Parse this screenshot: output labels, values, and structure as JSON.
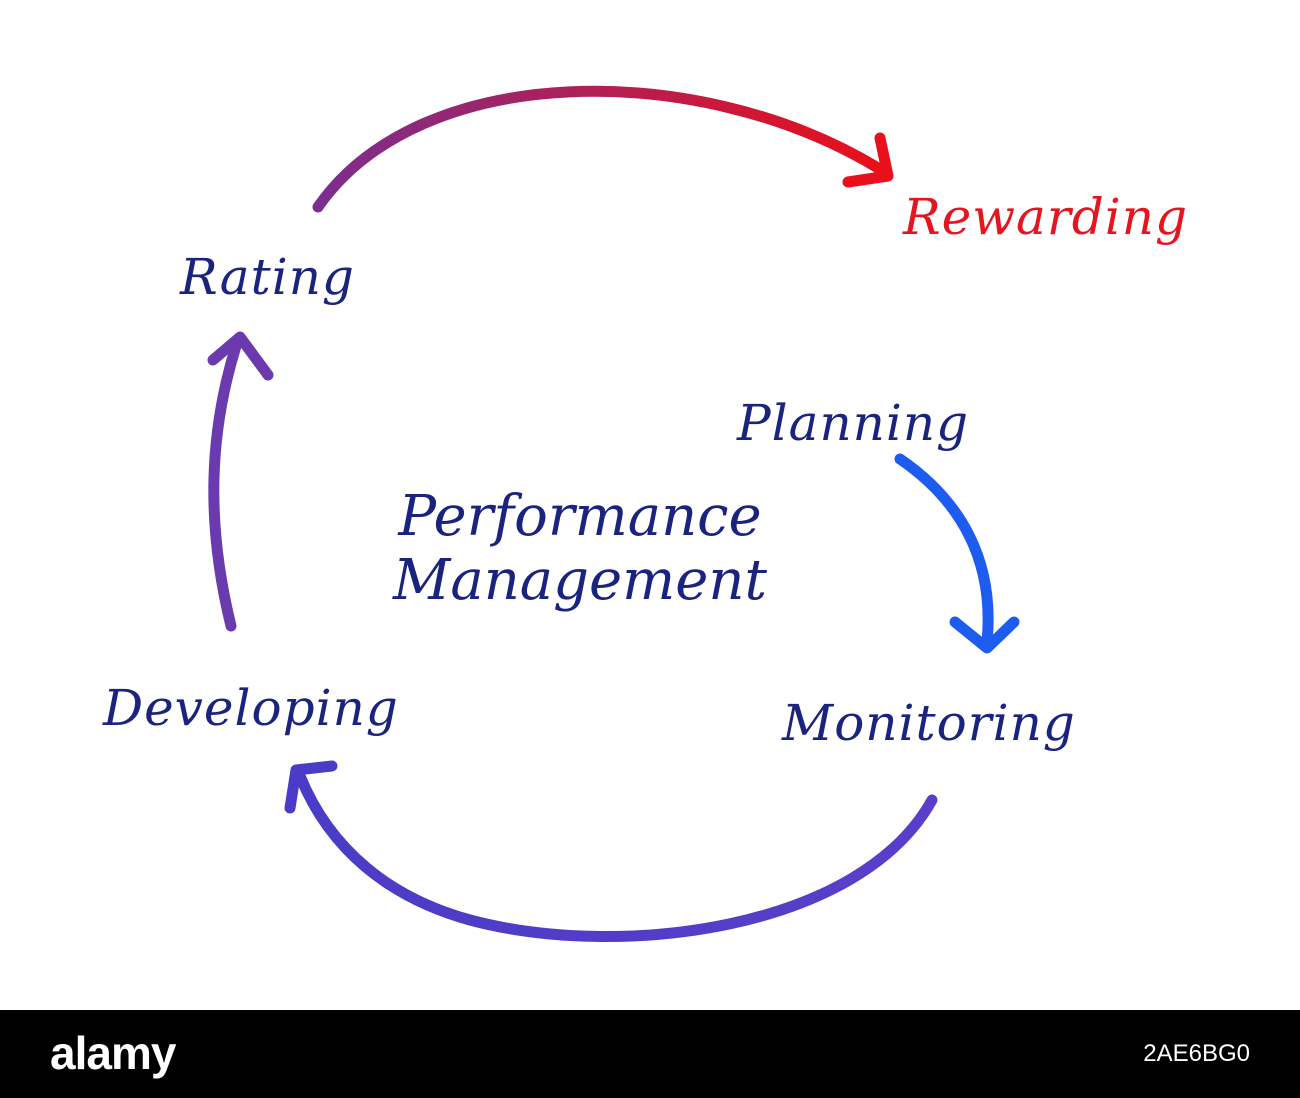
{
  "diagram": {
    "center_title": {
      "line1": "Performance",
      "line2": "Management",
      "color": "#1a237e"
    },
    "stages": [
      {
        "id": "rewarding",
        "label": "Rewarding",
        "color": "#e5141f"
      },
      {
        "id": "rating",
        "label": "Rating",
        "color": "#1a237e"
      },
      {
        "id": "planning",
        "label": "Planning",
        "color": "#1a237e"
      },
      {
        "id": "monitoring",
        "label": "Monitoring",
        "color": "#1a237e"
      },
      {
        "id": "developing",
        "label": "Developing",
        "color": "#1a237e"
      }
    ],
    "arrows": [
      {
        "id": "rating-to-rewarding",
        "from": "Rating",
        "to": "Rewarding",
        "color_start": "#7b2e8e",
        "color_end": "#e8101a"
      },
      {
        "id": "planning-to-monitoring",
        "from": "Planning",
        "to": "Monitoring",
        "color_start": "#1e5cf0",
        "color_end": "#1e5cf0"
      },
      {
        "id": "monitoring-to-developing",
        "from": "Monitoring",
        "to": "Developing",
        "color_start": "#5a3ec9",
        "color_end": "#4a3cc6"
      },
      {
        "id": "developing-to-rating",
        "from": "Developing",
        "to": "Rating",
        "color_start": "#6a3aae",
        "color_end": "#6a3aae"
      }
    ]
  },
  "watermark": {
    "logo": "alamy",
    "image_id": "2AE6BG0"
  }
}
